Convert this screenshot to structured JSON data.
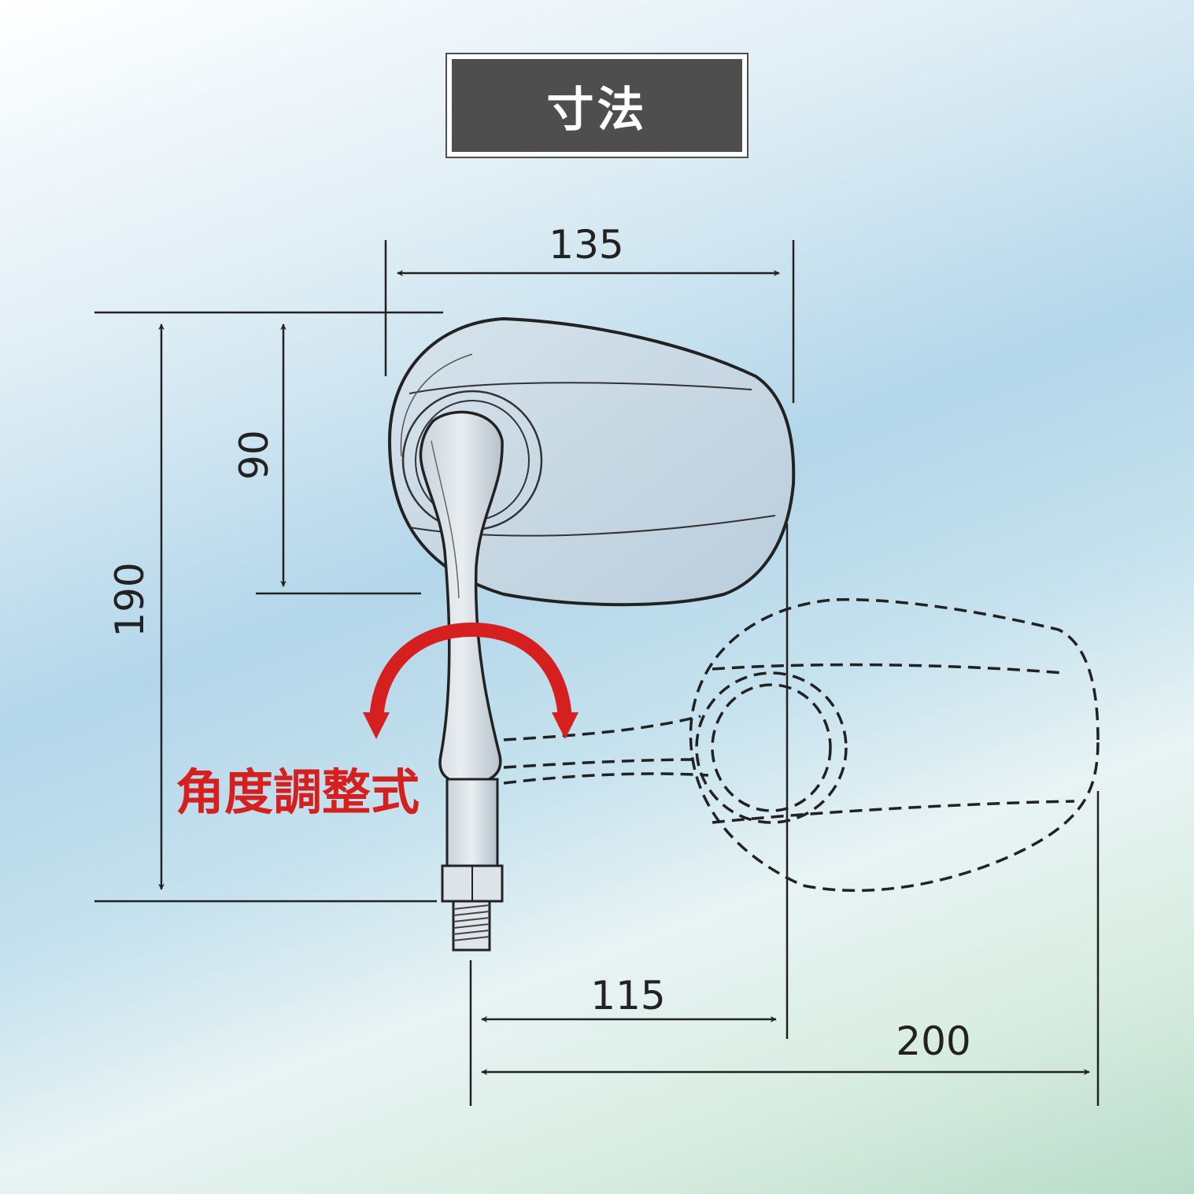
{
  "title": "寸法",
  "dimensions": {
    "width_mirror": "135",
    "height_mirror": "90",
    "height_total": "190",
    "reach_short": "115",
    "reach_long": "200"
  },
  "note": "角度調整式",
  "colors": {
    "title_bg": "#4e4e4e",
    "title_text": "#ffffff",
    "line": "#222222",
    "accent": "#d6201f",
    "mirror_fill": "#c4d6e2"
  }
}
